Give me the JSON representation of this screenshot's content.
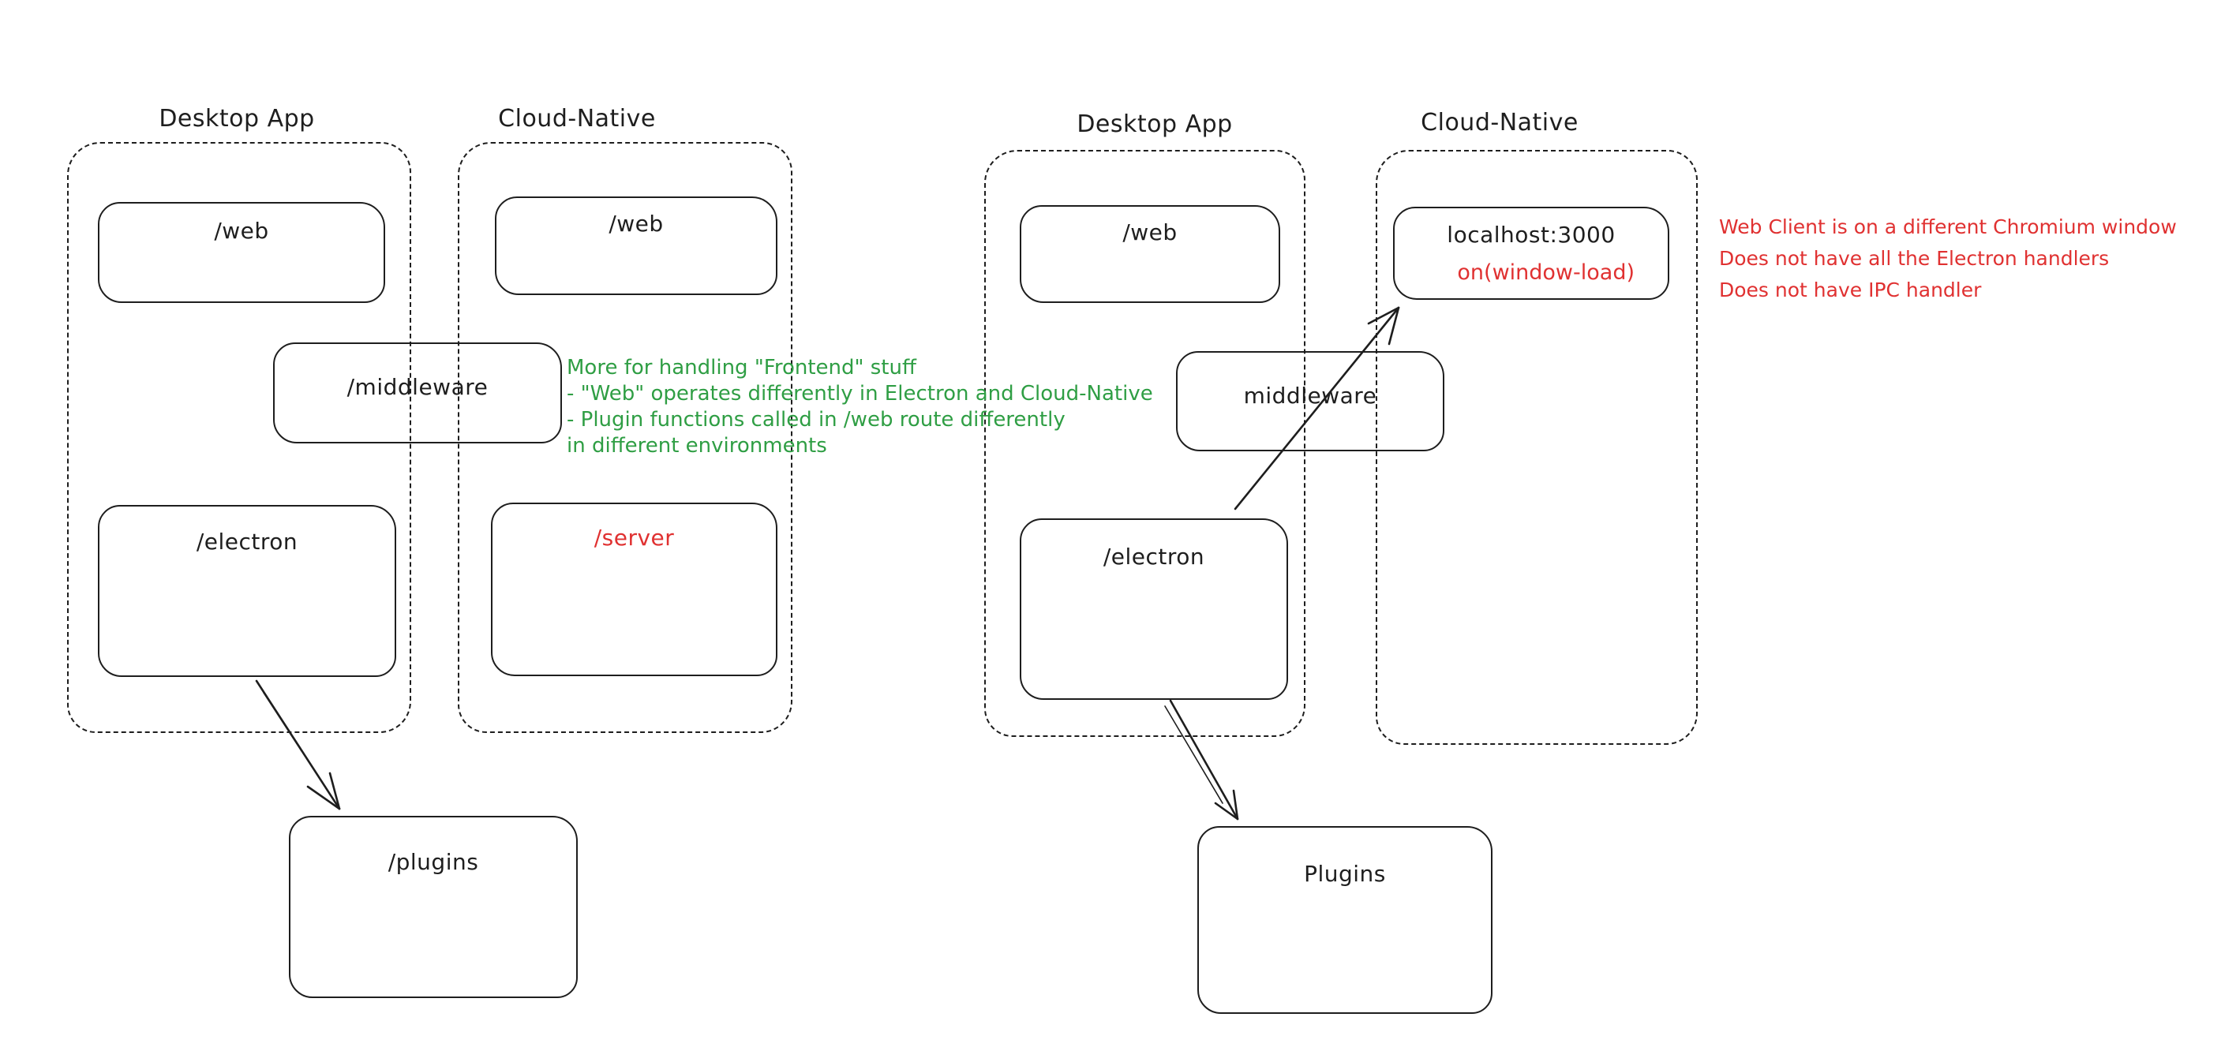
{
  "colors": {
    "ink": "#1e1e1e",
    "green": "#2f9e44",
    "red": "#e03131",
    "background": "#ffffff"
  },
  "titles": {
    "left_desktop": "Desktop App",
    "left_cloud": "Cloud-Native",
    "right_desktop": "Desktop App",
    "right_cloud": "Cloud-Native"
  },
  "boxes": {
    "left_web_desktop": "/web",
    "left_web_cloud": "/web",
    "left_middleware": "/middleware",
    "left_electron": "/electron",
    "left_server": "/server",
    "left_plugins": "/plugins",
    "right_web": "/web",
    "right_middleware": "middleware",
    "right_electron": "/electron",
    "right_localhost": "localhost:3000",
    "right_localhost_sub": "on(window-load)",
    "right_plugins": "Plugins"
  },
  "notes": {
    "green": {
      "line1": "More for handling \"Frontend\" stuff",
      "line2": "- \"Web\" operates differently in Electron and Cloud-Native",
      "line3": "- Plugin functions called in /web route differently",
      "line4": "in different environments"
    },
    "red": {
      "line1": "Web Client is on a different Chromium window",
      "line2": "Does not have all the Electron handlers",
      "line3": "Does not have IPC handler"
    }
  }
}
